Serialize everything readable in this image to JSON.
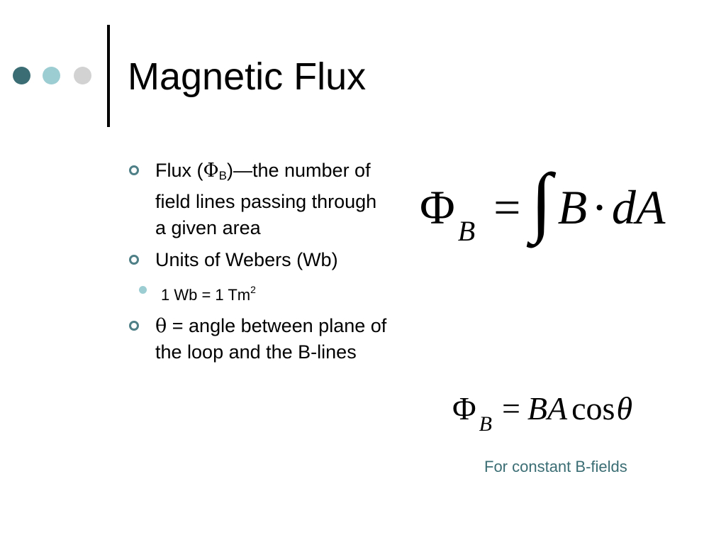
{
  "slide": {
    "title": "Magnetic Flux",
    "accent_colors": {
      "dark_teal": "#3b6e74",
      "light_teal": "#9ccdd2",
      "gray": "#d2d2d2"
    }
  },
  "bullets": [
    {
      "prefix": "Flux (",
      "symbol": "Φ",
      "subscript": "B",
      "suffix": ")—the number of field lines passing through a given area"
    },
    {
      "text": "Units of Webers (Wb)",
      "sub_bullet": {
        "text": "1 Wb = 1 Tm",
        "superscript": "2"
      }
    },
    {
      "symbol": "θ",
      "text": " = angle between plane of the loop and the B-lines"
    }
  ],
  "equations": {
    "integral_form": {
      "lhs_symbol": "Φ",
      "lhs_subscript": "B",
      "equals": "=",
      "integral": "∫",
      "term1": "B",
      "operator": "·",
      "term2": "dA"
    },
    "constant_form": {
      "lhs_symbol": "Φ",
      "lhs_subscript": "B",
      "equals": "=",
      "term": "BA",
      "func": "cos",
      "angle": "θ"
    }
  },
  "note": "For constant B-fields"
}
